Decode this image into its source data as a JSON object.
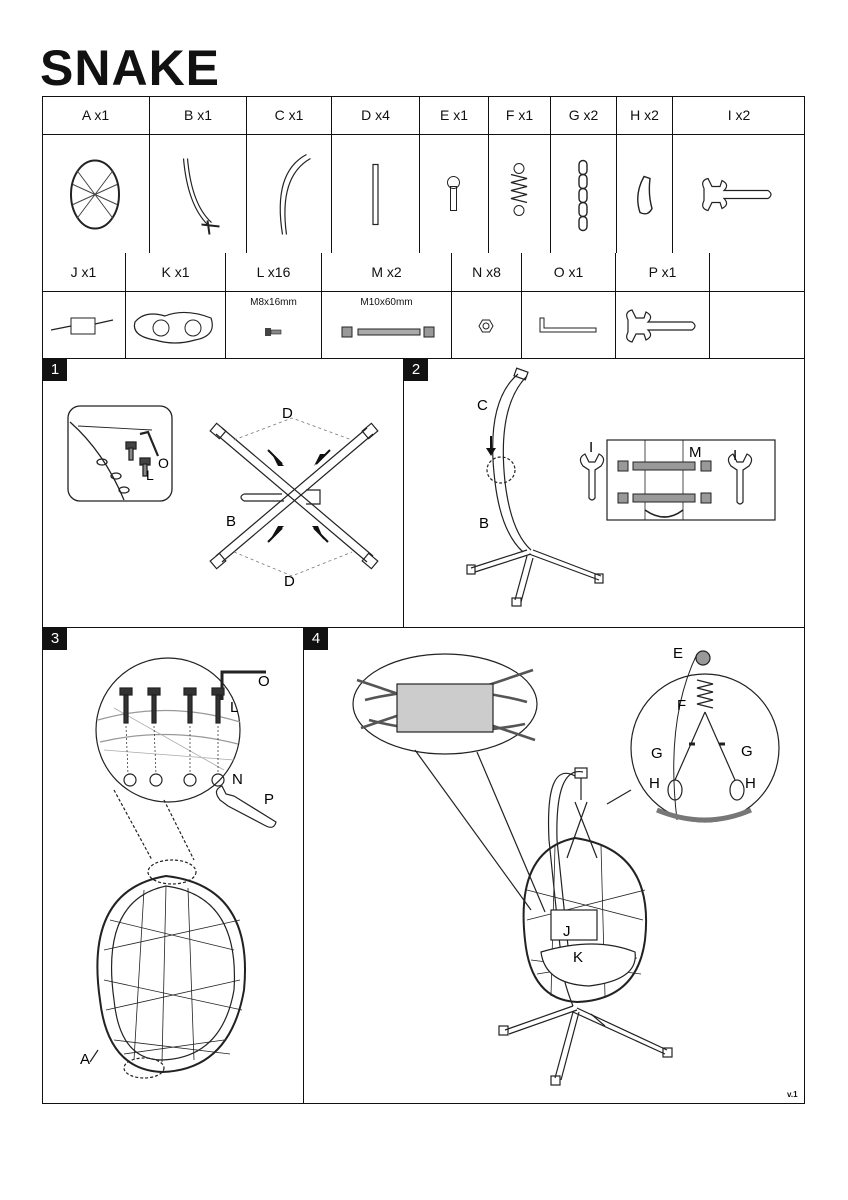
{
  "document": {
    "title": "SNAKE",
    "version": "v.1"
  },
  "parts_row1": [
    {
      "letter": "A",
      "qty": "x1",
      "icon": "egg-seat"
    },
    {
      "letter": "B",
      "qty": "x1",
      "icon": "lower-pole-base"
    },
    {
      "letter": "C",
      "qty": "x1",
      "icon": "curved-upper-pole"
    },
    {
      "letter": "D",
      "qty": "x4",
      "icon": "leg-tube"
    },
    {
      "letter": "E",
      "qty": "x1",
      "icon": "hook-bolt"
    },
    {
      "letter": "F",
      "qty": "x1",
      "icon": "spring"
    },
    {
      "letter": "G",
      "qty": "x2",
      "icon": "chain"
    },
    {
      "letter": "H",
      "qty": "x2",
      "icon": "carabiner"
    },
    {
      "letter": "I",
      "qty": "x2",
      "icon": "wrench"
    }
  ],
  "parts_row2": [
    {
      "letter": "J",
      "qty": "x1",
      "spec": "",
      "icon": "small-cushion"
    },
    {
      "letter": "K",
      "qty": "x1",
      "spec": "",
      "icon": "seat-cushion"
    },
    {
      "letter": "L",
      "qty": "x16",
      "spec": "M8x16mm",
      "icon": "short-bolt"
    },
    {
      "letter": "M",
      "qty": "x2",
      "spec": "M10x60mm",
      "icon": "long-bolt"
    },
    {
      "letter": "N",
      "qty": "x8",
      "spec": "",
      "icon": "nut"
    },
    {
      "letter": "O",
      "qty": "x1",
      "spec": "",
      "icon": "allen-key"
    },
    {
      "letter": "P",
      "qty": "x1",
      "spec": "",
      "icon": "wrench"
    },
    {
      "letter": "",
      "qty": "",
      "spec": "",
      "icon": ""
    }
  ],
  "steps": [
    {
      "number": "1",
      "labels": {
        "d_top": "D",
        "d_bottom": "D",
        "b": "B",
        "o": "O",
        "l": "L"
      }
    },
    {
      "number": "2",
      "labels": {
        "c": "C",
        "b": "B",
        "i_left": "I",
        "m": "M",
        "i_right": "I"
      }
    },
    {
      "number": "3",
      "labels": {
        "o": "O",
        "l": "L",
        "n": "N",
        "p": "P",
        "a": "A"
      }
    },
    {
      "number": "4",
      "labels": {
        "e": "E",
        "f": "F",
        "g_left": "G",
        "g_right": "G",
        "h_left": "H",
        "h_right": "H",
        "j": "J",
        "k": "K"
      }
    }
  ]
}
